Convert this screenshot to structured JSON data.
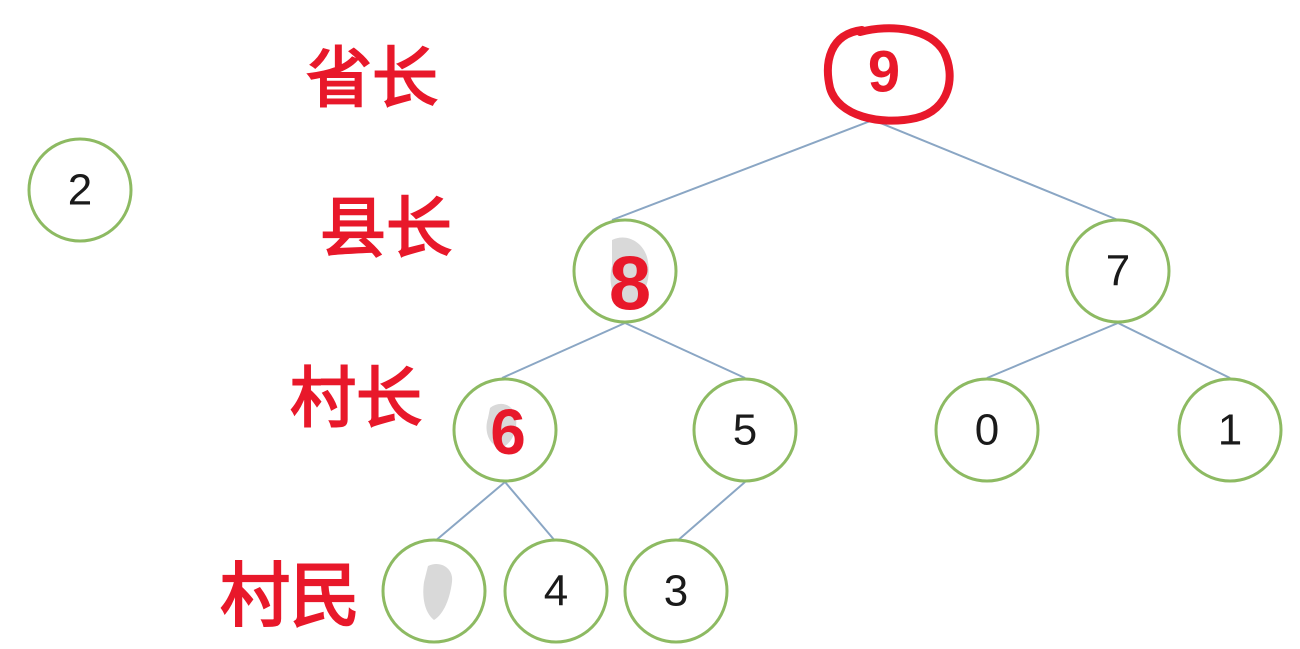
{
  "colors": {
    "edge": "#8aa6c4",
    "node_stroke": "#8dba62",
    "node_fill": "#ffffff",
    "node_text": "#1a1a1a",
    "ink": "#e8182a",
    "smudge": "#d9d9d9"
  },
  "nodes": {
    "detached": "2",
    "root": "",
    "l1_left": "",
    "l1_right": "7",
    "l2_a": "",
    "l2_b": "5",
    "l2_c": "0",
    "l2_d": "1",
    "l3_a": "",
    "l3_b": "4",
    "l3_c": "3"
  },
  "annotations": {
    "root_value": "9",
    "l1_left_value": "8",
    "l2_a_value": "6",
    "level_labels": [
      "省长",
      "县长",
      "村长",
      "村民"
    ]
  }
}
